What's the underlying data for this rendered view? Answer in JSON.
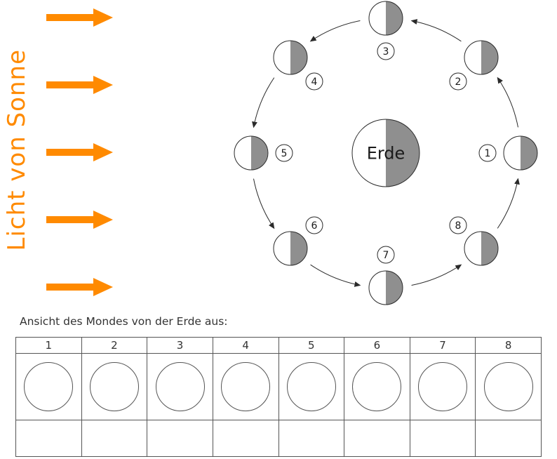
{
  "colors": {
    "sun_orange": "#FF8A00",
    "moon_shade_gray": "#8F8F8F",
    "line_color": "#2a2a2a"
  },
  "sunlight": {
    "label": "Licht von Sonne",
    "arrow_count": 5
  },
  "orbit": {
    "earth_label": "Erde",
    "position_labels": [
      "1",
      "2",
      "3",
      "4",
      "5",
      "6",
      "7",
      "8"
    ]
  },
  "answer_section": {
    "caption": "Ansicht des Mondes von der Erde aus:",
    "column_headers": [
      "1",
      "2",
      "3",
      "4",
      "5",
      "6",
      "7",
      "8"
    ]
  }
}
